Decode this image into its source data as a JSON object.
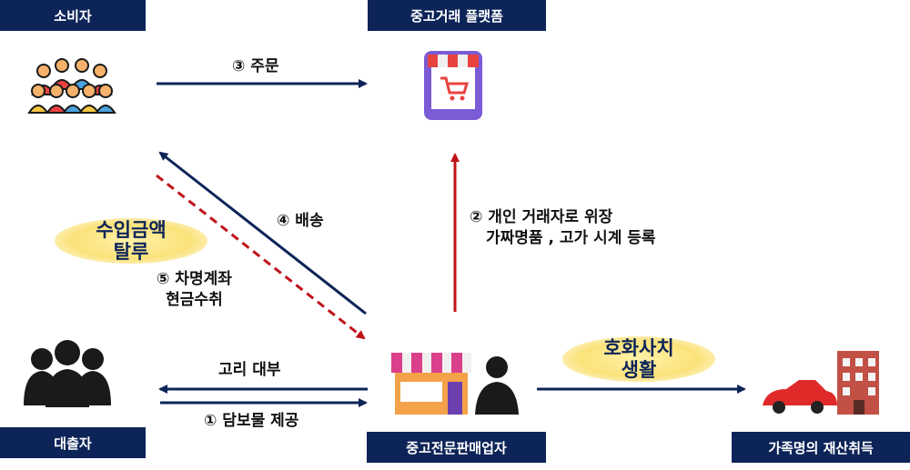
{
  "labels": {
    "consumer": "소비자",
    "platform": "중고거래 플랫폼",
    "lender": "대출자",
    "dealer": "중고전문판매업자",
    "family": "가족명의 재산취득"
  },
  "flows": {
    "order": "③ 주문",
    "delivery": "④ 배송",
    "disguise_line1": "② 개인 거래자로 위장",
    "disguise_line2": "가짜명품 , 고가 시계 등록",
    "account_line1": "⑤ 차명계좌",
    "account_line2": "현금수취",
    "loan": "고리 대부",
    "collateral": "① 담보물 제공"
  },
  "callouts": {
    "income_line1": "수입금액",
    "income_line2": "탈루",
    "luxury_line1": "호화사치",
    "luxury_line2": "생활"
  },
  "colors": {
    "navy": "#0d2458",
    "red": "#c0121a"
  }
}
